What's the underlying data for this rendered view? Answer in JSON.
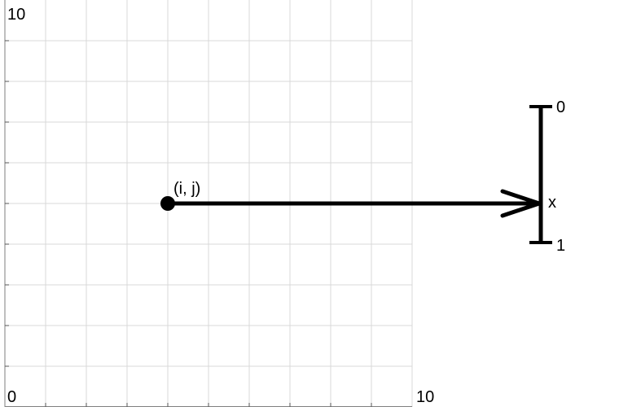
{
  "grid": {
    "x_range": [
      0,
      10
    ],
    "y_range": [
      0,
      10
    ],
    "x_min_label": "0",
    "x_max_label": "10",
    "y_max_label": "10",
    "gridlines": true,
    "grid_color": "#d9d9d9",
    "axis_color": "#7f7f7f"
  },
  "point": {
    "x": 4,
    "y": 5,
    "label": "(i, j)",
    "color": "#000000"
  },
  "number_line": {
    "top_label": "0",
    "bottom_label": "1",
    "value": 0.7,
    "value_label": "x",
    "color": "#000000"
  },
  "arrow": {
    "from": "point",
    "to": "number_line.value",
    "color": "#000000"
  }
}
